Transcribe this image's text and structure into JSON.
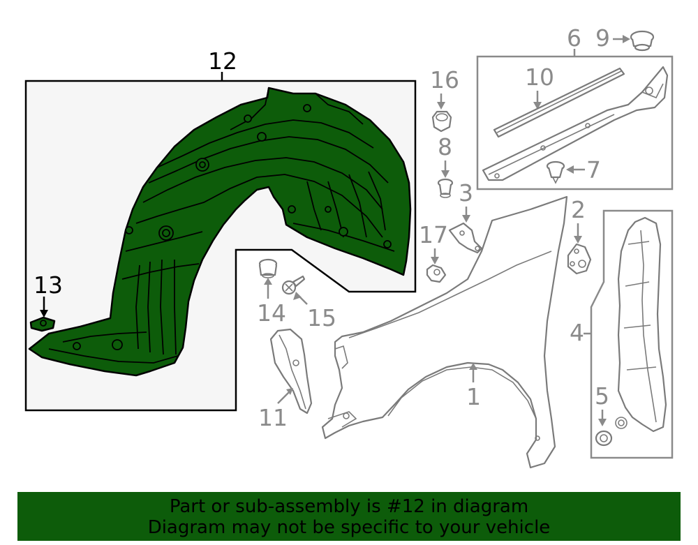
{
  "callouts": {
    "n1": "1",
    "n2": "2",
    "n3": "3",
    "n4": "4",
    "n5": "5",
    "n6": "6",
    "n7": "7",
    "n8": "8",
    "n9": "9",
    "n10": "10",
    "n11": "11",
    "n12": "12",
    "n13": "13",
    "n14": "14",
    "n15": "15",
    "n16": "16",
    "n17": "17"
  },
  "banner": {
    "line1": "Part or sub-assembly is #12 in diagram",
    "line2": "Diagram may not be specific to your vehicle"
  },
  "colors": {
    "highlight": "#0d5c0a",
    "parts": "#7a7a7a",
    "labels": "#8a8a8a"
  }
}
